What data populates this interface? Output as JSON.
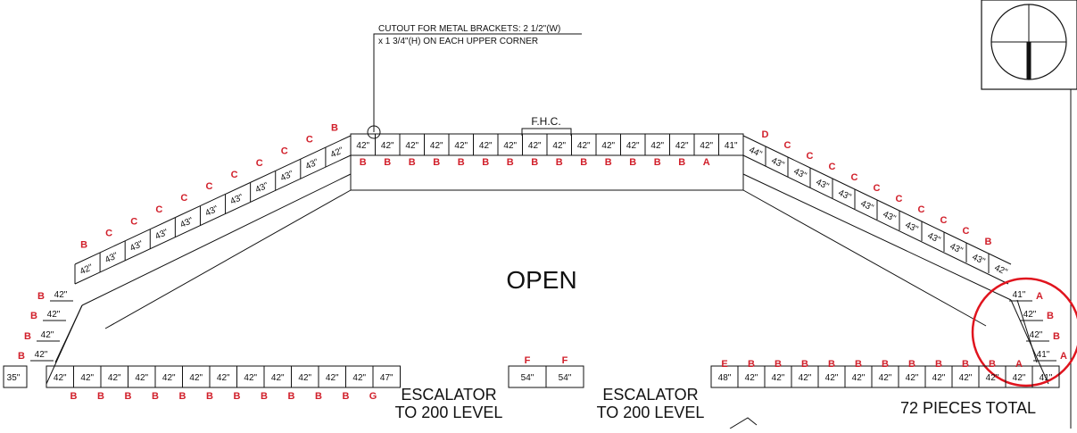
{
  "diagram": {
    "open_label": "OPEN",
    "escalator_left": [
      "ESCALATOR",
      "TO 200 LEVEL"
    ],
    "escalator_right": [
      "ESCALATOR",
      "TO 200 LEVEL"
    ],
    "total_label": "72 PIECES TOTAL",
    "cutout_note": [
      "CUTOUT FOR METAL BRACKETS: 2 1/2\"(W)",
      "x 1 3/4\"(H) ON EACH UPPER CORNER"
    ],
    "fhc_label": "F.H.C.",
    "top_row": {
      "dims": [
        "42\"",
        "42\"",
        "42\"",
        "42\"",
        "42\"",
        "42\"",
        "42\"",
        "42\"",
        "42\"",
        "42\"",
        "42\"",
        "42\"",
        "42\"",
        "42\"",
        "42\"",
        "41\""
      ],
      "codes": [
        "B",
        "B",
        "B",
        "B",
        "B",
        "B",
        "B",
        "B",
        "B",
        "B",
        "B",
        "B",
        "B",
        "B",
        "A"
      ]
    },
    "left_diagonal": {
      "dims": [
        "42\"",
        "43\"",
        "43\"",
        "43\"",
        "43\"",
        "43\"",
        "43\"",
        "43\"",
        "43\"",
        "43\"",
        "42\""
      ],
      "codes": [
        "B",
        "C",
        "C",
        "C",
        "C",
        "C",
        "C",
        "C",
        "C",
        "C",
        "B"
      ]
    },
    "right_diagonal": {
      "dims": [
        "44\"",
        "43\"",
        "43\"",
        "43\"",
        "43\"",
        "43\"",
        "43\"",
        "43\"",
        "43\"",
        "43\"",
        "43\"",
        "42\""
      ],
      "codes": [
        "D",
        "C",
        "C",
        "C",
        "C",
        "C",
        "C",
        "C",
        "C",
        "C",
        "B"
      ]
    },
    "left_stairs": {
      "dims": [
        "42\"",
        "42\"",
        "42\"",
        "42\""
      ],
      "codes": [
        "B",
        "B",
        "B",
        "B"
      ]
    },
    "right_stairs": {
      "dims": [
        "41\"",
        "42\"",
        "42\"",
        "41\""
      ],
      "codes": [
        "A",
        "B",
        "B",
        "A"
      ]
    },
    "bottom_left": {
      "end_dim": "35\"",
      "dims": [
        "42\"",
        "42\"",
        "42\"",
        "42\"",
        "42\"",
        "42\"",
        "42\"",
        "42\"",
        "42\"",
        "42\"",
        "42\"",
        "42\"",
        "47\""
      ],
      "codes": [
        "B",
        "B",
        "B",
        "B",
        "B",
        "B",
        "B",
        "B",
        "B",
        "B",
        "B",
        "G"
      ]
    },
    "bottom_middle": {
      "dims": [
        "54\"",
        "54\""
      ],
      "codes": [
        "F",
        "F"
      ]
    },
    "bottom_right": {
      "dims": [
        "48\"",
        "42\"",
        "42\"",
        "42\"",
        "42\"",
        "42\"",
        "42\"",
        "42\"",
        "42\"",
        "42\"",
        "42\"",
        "42\"",
        "41\""
      ],
      "codes": [
        "E",
        "B",
        "B",
        "B",
        "B",
        "B",
        "B",
        "B",
        "B",
        "B",
        "B",
        "A"
      ]
    },
    "colors": {
      "line": "#111111",
      "code": "#d11f2a",
      "highlight_circle": "#e0141e"
    },
    "icons": [
      "compass-north-icon"
    ]
  }
}
